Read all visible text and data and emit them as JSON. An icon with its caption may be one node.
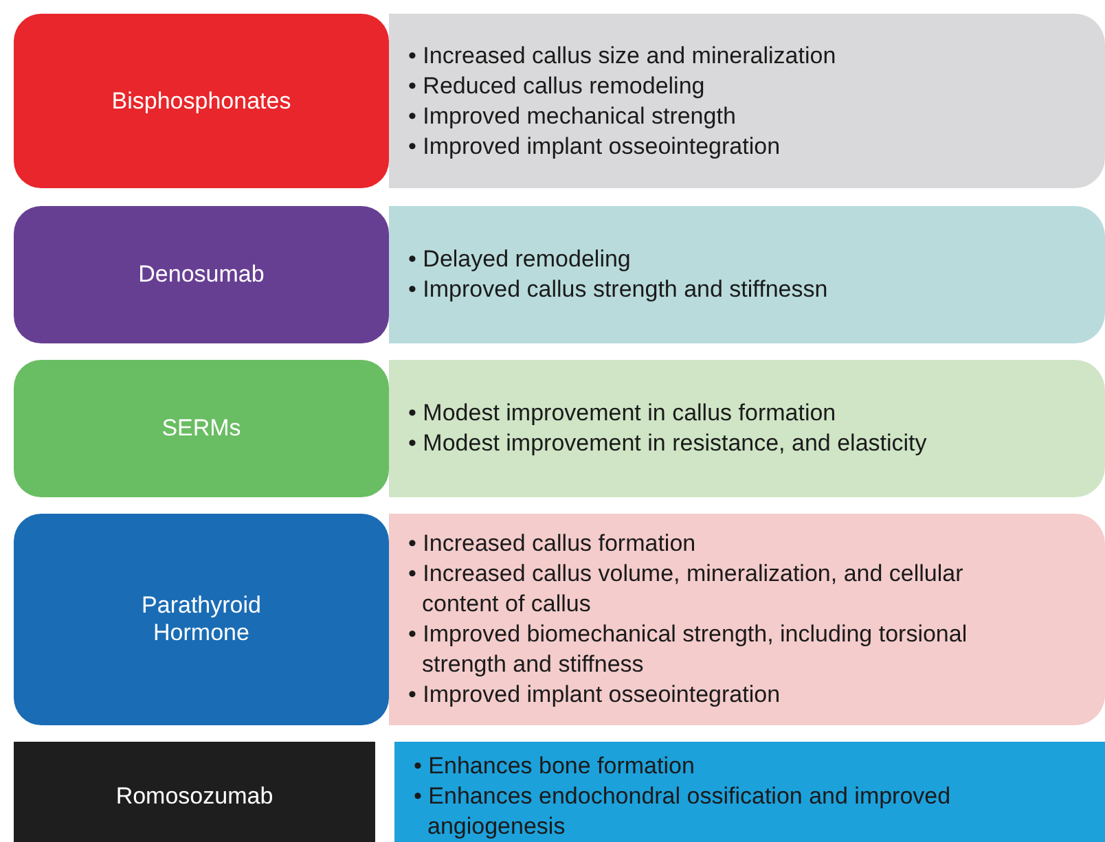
{
  "diagram": {
    "nodes": [
      {
        "text": [
          "Bisphosphonates"
        ]
      },
      {
        "text": [
          "• Increased callus size and mineralization",
          "• Reduced callus remodeling",
          "• Improved mechanical strength",
          "• Improved implant osseointegration"
        ]
      },
      {
        "text": [
          "Denosumab"
        ]
      },
      {
        "text": [
          "• Delayed remodeling",
          "• Improved callus strength and stiffnessn"
        ]
      },
      {
        "text": [
          "SERMs"
        ]
      },
      {
        "text": [
          "• Modest improvement in callus formation",
          "• Modest improvement in resistance, and elasticity"
        ]
      },
      {
        "text": [
          "Parathyroid Hormone"
        ]
      },
      {
        "text": [
          "• Increased callus formation",
          "• Increased callus volume, mineralization, and cellular content of callus",
          "• Improved biomechanical strength, including torsional strength and stiffness",
          "• Improved implant osseointegration"
        ]
      },
      {
        "text": [
          "Romosozumab"
        ]
      },
      {
        "text": [
          "• Enhances bone formation",
          "• Enhances endochondral ossification and improved angiogenesis"
        ]
      }
    ],
    "edges": []
  }
}
